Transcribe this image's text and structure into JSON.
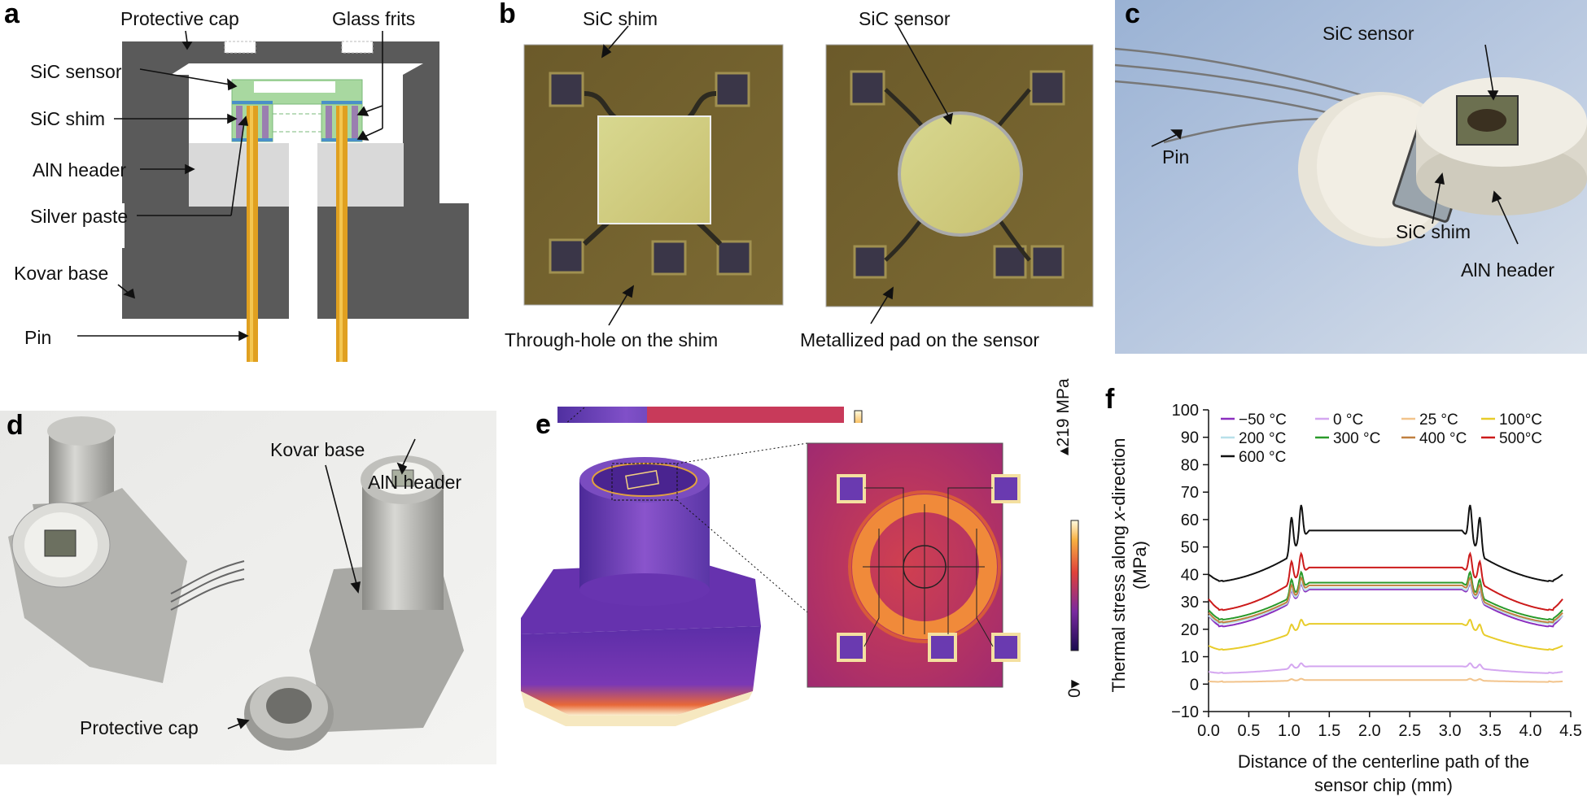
{
  "panel_letters": {
    "a": "a",
    "b": "b",
    "c": "c",
    "d": "d",
    "e": "e",
    "f": "f"
  },
  "panel_a": {
    "protective_cap": "Protective cap",
    "glass_frits": "Glass frits",
    "sic_sensor": "SiC sensor",
    "sic_shim": "SiC shim",
    "aln_header": "AlN header",
    "silver_paste": "Silver paste",
    "kovar_base": "Kovar base",
    "pin": "Pin"
  },
  "panel_b": {
    "sic_shim": "SiC shim",
    "sic_sensor": "SiC sensor",
    "through_hole": "Through-hole on the shim",
    "metallized_pad": "Metallized pad on the sensor"
  },
  "panel_c": {
    "sic_sensor": "SiC sensor",
    "pin": "Pin",
    "sic_shim": "SiC shim",
    "aln_header": "AlN header"
  },
  "panel_d": {
    "kovar_base": "Kovar base",
    "aln_header": "AlN header",
    "protective_cap": "Protective cap"
  },
  "panel_e": {
    "colorbar_max": "▴219 MPa",
    "colorbar_min": "0▾"
  },
  "colors": {
    "kovar": "#5a5a5a",
    "aln": "#d9d9d9",
    "sic_green": "#a8d8a0",
    "pin_gold": "#e0a020",
    "glass": "#4a90c8"
  },
  "chart_data": {
    "type": "line",
    "xlabel": "Distance of the centerline path of the sensor chip (mm)",
    "xlabel_line1": "Distance of the centerline path of the",
    "xlabel_line2": "sensor chip (mm)",
    "ylabel": "Thermal stress along x-direction (MPa)",
    "ylabel_line1_pre": "Thermal stress along ",
    "ylabel_line1_x": "x",
    "ylabel_line1_post": "-direction",
    "ylabel_line2": "(MPa)",
    "xlim": [
      0,
      4.4
    ],
    "ylim": [
      -10,
      100
    ],
    "xticks": [
      "0.0",
      "0.5",
      "1.0",
      "1.5",
      "2.0",
      "2.5",
      "3.0",
      "3.5",
      "4.0",
      "4.5"
    ],
    "yticks": [
      "−10",
      "0",
      "10",
      "20",
      "30",
      "40",
      "50",
      "60",
      "70",
      "80",
      "90",
      "100"
    ],
    "grid": false,
    "legend_placement": "top",
    "series": [
      {
        "name": "−50 °C",
        "color": "#8b2fbf",
        "base": 34.5,
        "edge": 29,
        "end": 25,
        "pk": 4,
        "min": 21
      },
      {
        "name": "0 °C",
        "color": "#d4a6f0",
        "base": 6.5,
        "edge": 5.5,
        "end": 4.5,
        "pk": 1.5,
        "min": 4
      },
      {
        "name": "25 °C",
        "color": "#f2c48c",
        "base": 1.5,
        "edge": 1.2,
        "end": 1,
        "pk": 0.6,
        "min": 0.8
      },
      {
        "name": "100°C",
        "color": "#e8cc2a",
        "base": 22,
        "edge": 18,
        "end": 14,
        "pk": 3,
        "min": 12.5
      },
      {
        "name": "200 °C",
        "color": "#b8e0ea",
        "base": 35,
        "edge": 29.5,
        "end": 25,
        "pk": 4,
        "min": 22
      },
      {
        "name": "300 °C",
        "color": "#2a9a2a",
        "base": 37,
        "edge": 31,
        "end": 27,
        "pk": 6,
        "min": 23.5
      },
      {
        "name": "400 °C",
        "color": "#c08040",
        "base": 36,
        "edge": 30,
        "end": 26,
        "pk": 5,
        "min": 22.5
      },
      {
        "name": "500°C",
        "color": "#cc1b1b",
        "base": 42.5,
        "edge": 36,
        "end": 31,
        "pk": 7.5,
        "min": 27
      },
      {
        "name": "600 °C",
        "color": "#111111",
        "base": 56,
        "edge": 46,
        "end": 40,
        "pk": 13,
        "min": 37.5
      }
    ]
  }
}
